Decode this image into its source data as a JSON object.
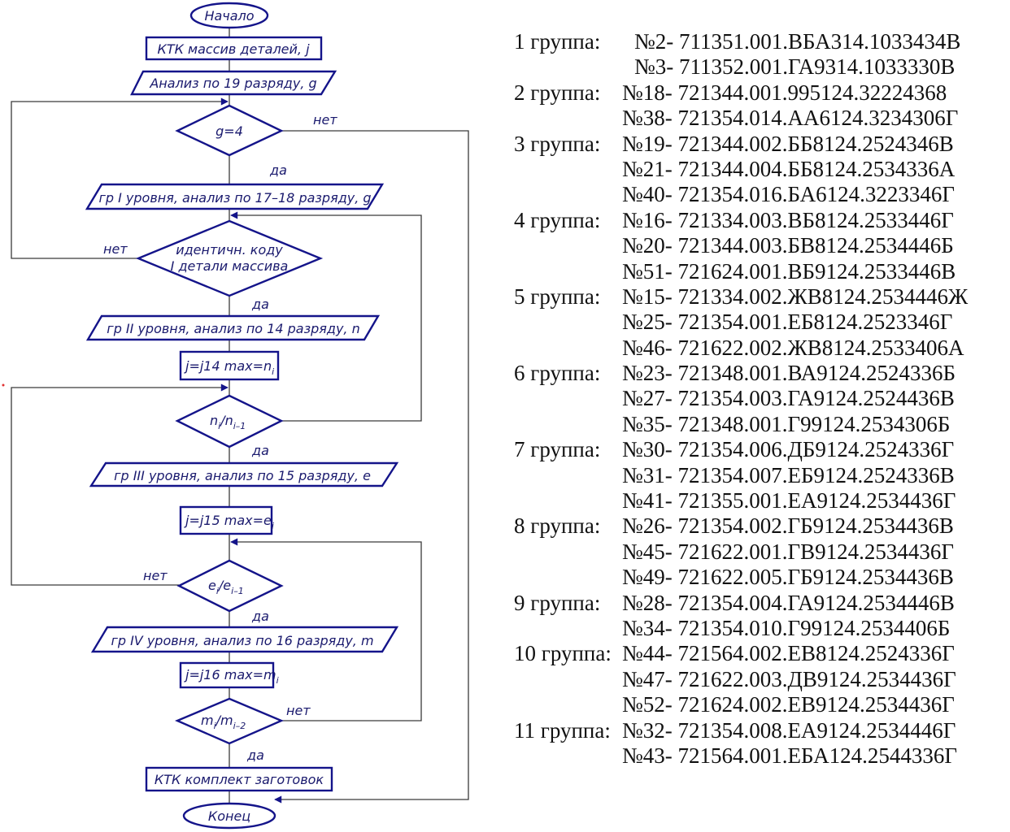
{
  "flowchart": {
    "start": "Начало",
    "input": "КТК массив деталей, j",
    "analysis19": "Анализ по 19 разряду, g",
    "cond_g": "g=4",
    "level1": "гр I уровня, анализ по 17–18 разряду, g",
    "cond_ident_line1": "идентичн. коду",
    "cond_ident_line2": "I детали массива",
    "level2": "гр II уровня, анализ по 14 разряду, n",
    "assign14_prefix": "j=j14 max=n",
    "assign14_sub": "i",
    "cond_n_main": "n",
    "cond_n_sub1": "i",
    "cond_n_slash": "/n",
    "cond_n_sub2": "i–1",
    "level3": "гр III уровня, анализ по 15 разряду, e",
    "assign15_prefix": "j=j15 max=e",
    "assign15_sub": "i",
    "cond_e_main": "e",
    "cond_e_sub1": "i",
    "cond_e_slash": "/e",
    "cond_e_sub2": "i–1",
    "level4": "гр IV уровня, анализ по 16 разряду, m",
    "assign16_prefix": "j=j16 max=m",
    "assign16_sub": "i",
    "cond_m_main": "m",
    "cond_m_sub1": "i",
    "cond_m_slash": "/m",
    "cond_m_sub2": "i–2",
    "output": "КТК комплект заготовок",
    "end": "Конец",
    "yes": "да",
    "no": "нет"
  },
  "groups": [
    {
      "label": "1 группа:",
      "items": [
        "№2- 711351.001.ВБА314.1033434В",
        "№3- 711352.001.ГА9314.1033330В"
      ]
    },
    {
      "label": "2 группа:",
      "items": [
        "№18- 721344.001.995124.32224368",
        "№38- 721354.014.АА6124.3234306Г"
      ]
    },
    {
      "label": "3 группа:",
      "items": [
        "№19- 721344.002.ББ8124.2524346В",
        "№21- 721344.004.ББ8124.2534336А",
        "№40- 721354.016.БА6124.3223346Г"
      ]
    },
    {
      "label": "4 группа:",
      "items": [
        "№16- 721334.003.ВБ8124.2533446Г",
        "№20- 721344.003.БВ8124.2534446Б",
        "№51- 721624.001.ВБ9124.2533446В"
      ]
    },
    {
      "label": "5 группа:",
      "items": [
        "№15- 721334.002.ЖВ8124.2534446Ж",
        "№25- 721354.001.ЕБ8124.2523346Г",
        "№46- 721622.002.ЖВ8124.2533406А"
      ]
    },
    {
      "label": "6 группа:",
      "items": [
        "№23- 721348.001.ВА9124.2524336Б",
        "№27- 721354.003.ГА9124.2524436В",
        "№35- 721348.001.Г99124.2534306Б"
      ]
    },
    {
      "label": "7 группа:",
      "items": [
        "№30- 721354.006.ДБ9124.2524336Г",
        "№31- 721354.007.ЕБ9124.2524336В",
        "№41- 721355.001.ЕА9124.2534436Г"
      ]
    },
    {
      "label": "8 группа:",
      "items": [
        "№26- 721354.002.ГБ9124.2534436В",
        "№45- 721622.001.ГВ9124.2534436Г",
        "№49- 721622.005.ГБ9124.2534436В"
      ]
    },
    {
      "label": "9 группа:",
      "items": [
        "№28- 721354.004.ГА9124.2534446В",
        "№34- 721354.010.Г99124.2534406Б"
      ]
    },
    {
      "label": "10 группа:",
      "items": [
        "№44- 721564.002.ЕВ8124.2524336Г",
        "№47- 721622.003.ДВ9124.2534436Г",
        "№52- 721624.002.ЕВ9124.2534436Г"
      ]
    },
    {
      "label": "11 группа:",
      "items": [
        "№32- 721354.008.ЕА9124.2534446Г",
        "№43- 721564.001.ЕБА124.2544336Г"
      ]
    }
  ]
}
